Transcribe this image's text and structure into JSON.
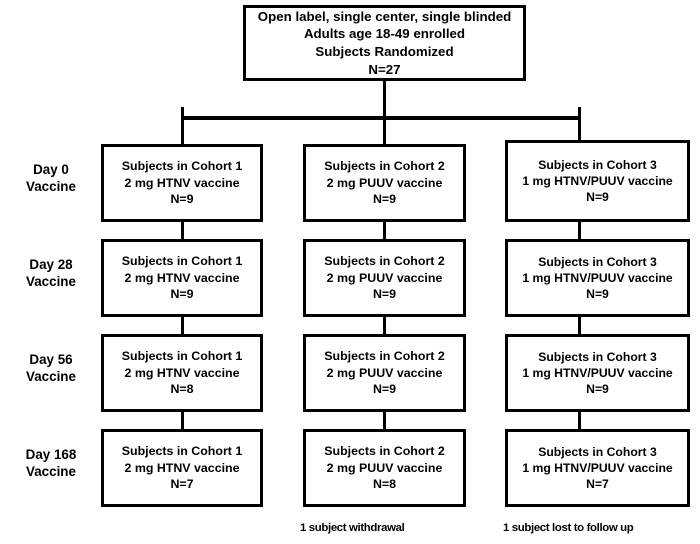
{
  "diagram": {
    "title_box": {
      "lines": [
        "Open label, single center, single blinded",
        "Adults age 18-49 enrolled",
        "Subjects Randomized",
        "N=27"
      ]
    },
    "timepoint_labels": [
      {
        "line1": "Day 0",
        "line2": "Vaccine"
      },
      {
        "line1": "Day 28",
        "line2": "Vaccine"
      },
      {
        "line1": "Day 56",
        "line2": "Vaccine"
      },
      {
        "line1": "Day 168",
        "line2": "Vaccine"
      }
    ],
    "rows": [
      {
        "timepoint": "Day 0 Vaccine",
        "cells": [
          {
            "line1": "Subjects in Cohort 1",
            "line2": "2 mg HTNV vaccine",
            "line3": "N=9"
          },
          {
            "line1": "Subjects in Cohort 2",
            "line2": "2 mg PUUV vaccine",
            "line3": "N=9"
          },
          {
            "line1": "Subjects in Cohort 3",
            "line2": "1 mg HTNV/PUUV vaccine",
            "line3": "N=9"
          }
        ]
      },
      {
        "timepoint": "Day 28 Vaccine",
        "cells": [
          {
            "line1": "Subjects in Cohort 1",
            "line2": "2 mg HTNV vaccine",
            "line3": "N=9"
          },
          {
            "line1": "Subjects in Cohort 2",
            "line2": "2 mg PUUV vaccine",
            "line3": "N=9"
          },
          {
            "line1": "Subjects in Cohort 3",
            "line2": "1 mg HTNV/PUUV vaccine",
            "line3": "N=9"
          }
        ]
      },
      {
        "timepoint": "Day 56 Vaccine",
        "cells": [
          {
            "line1": "Subjects in Cohort 1",
            "line2": "2 mg HTNV vaccine",
            "line3": "N=8"
          },
          {
            "line1": "Subjects in Cohort 2",
            "line2": "2 mg PUUV vaccine",
            "line3": "N=9"
          },
          {
            "line1": "Subjects in Cohort 3",
            "line2": "1 mg HTNV/PUUV vaccine",
            "line3": "N=9"
          }
        ]
      },
      {
        "timepoint": "Day 168 Vaccine",
        "cells": [
          {
            "line1": "Subjects in Cohort 1",
            "line2": "2 mg HTNV vaccine",
            "line3": "N=7"
          },
          {
            "line1": "Subjects in Cohort 2",
            "line2": "2 mg PUUV vaccine",
            "line3": "N=8"
          },
          {
            "line1": "Subjects in Cohort 3",
            "line2": "1 mg HTNV/PUUV vaccine",
            "line3": "N=7"
          }
        ]
      }
    ],
    "footnotes": [
      {
        "text": "1 subject withdrawal"
      },
      {
        "text": "1 subject lost to follow up"
      }
    ],
    "colors": {
      "stroke": "#000000",
      "background": "#ffffff",
      "text": "#000000"
    }
  }
}
